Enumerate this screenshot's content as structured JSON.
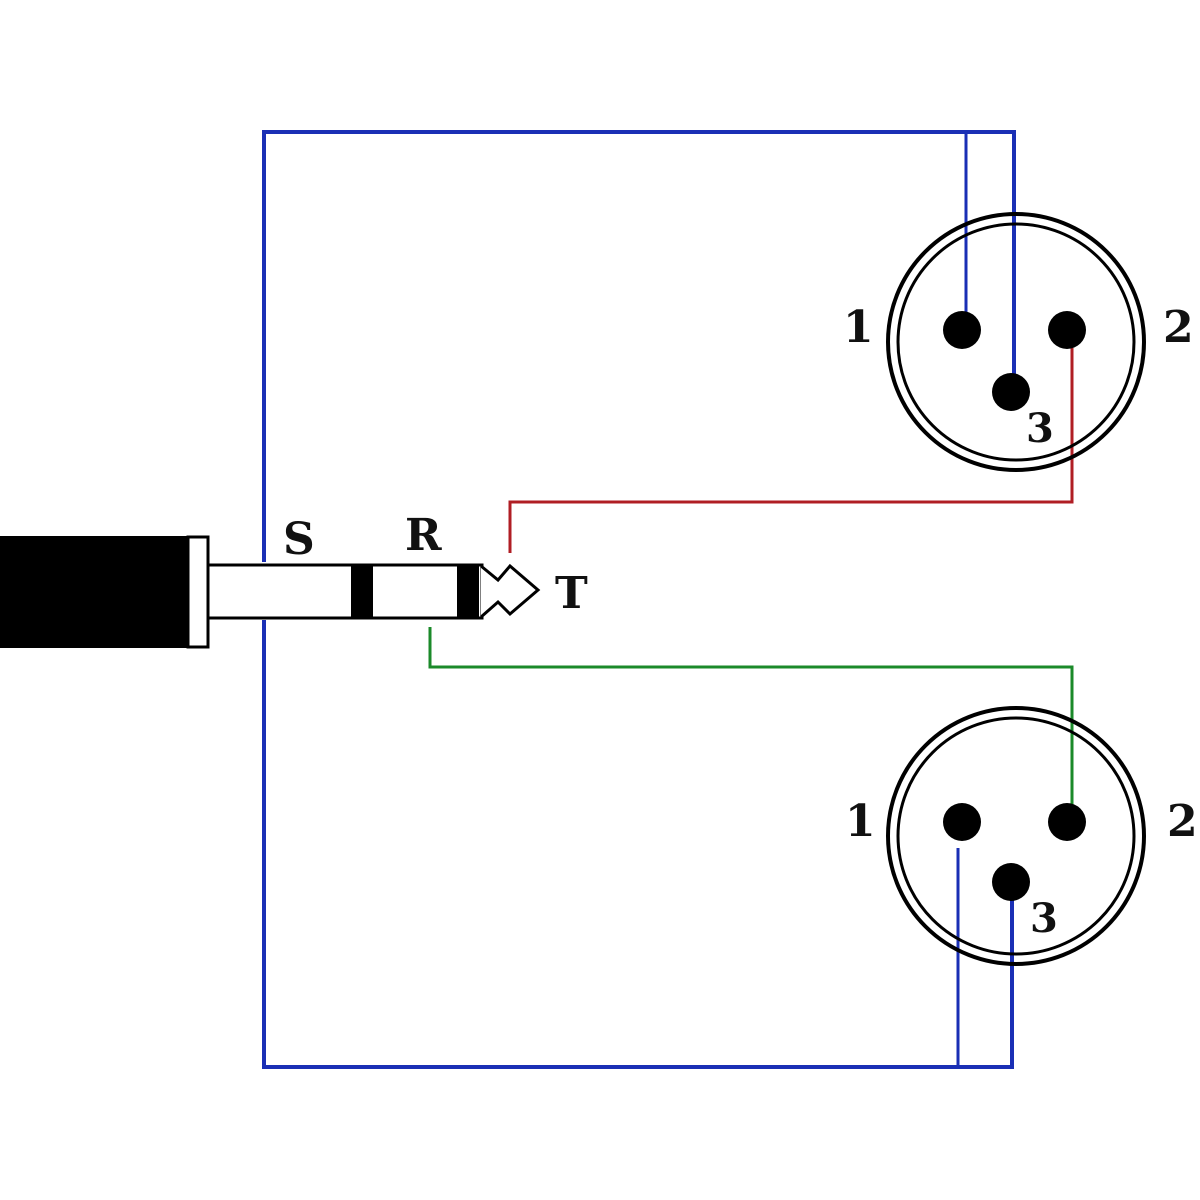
{
  "plug": {
    "labels": {
      "sleeve": "S",
      "ring": "R",
      "tip": "T"
    }
  },
  "xlr_top": {
    "pin1": "1",
    "pin2": "2",
    "pin3": "3"
  },
  "xlr_bottom": {
    "pin1": "1",
    "pin2": "2",
    "pin3": "3"
  },
  "colors": {
    "sleeve_wire": "#1a2fb5",
    "tip_wire": "#b01e24",
    "ring_wire": "#1b8a2a",
    "plug_body": "#000000"
  }
}
